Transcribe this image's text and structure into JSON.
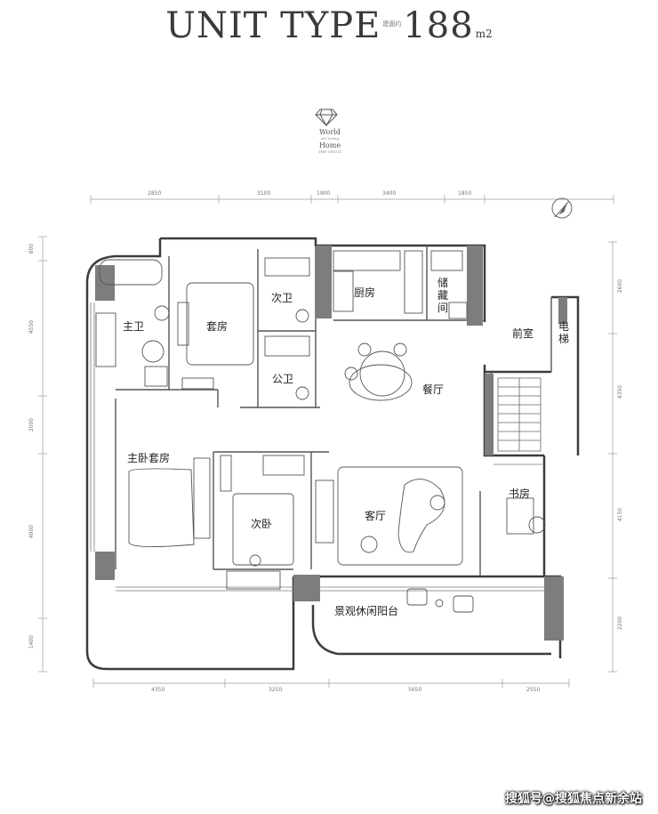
{
  "header": {
    "title_text": "UNIT TYPE",
    "title_tiny": "建面约",
    "title_number": "188",
    "title_unit": "m2"
  },
  "logo": {
    "line1": "World",
    "line1_small": "Art Living",
    "line2": "Home",
    "line2_small": "THE VENUS"
  },
  "dimensions": {
    "top": [
      "2850",
      "3100",
      "1900",
      "3400",
      "1850"
    ],
    "bottom": [
      "4350",
      "3250",
      "5650",
      "2550"
    ],
    "left": [
      "800",
      "4550",
      "2000",
      "4900",
      "1400"
    ],
    "right": [
      "2600",
      "4350",
      "4150",
      "2200"
    ]
  },
  "rooms": {
    "master_bath": "主卫",
    "suite_room": "套房",
    "second_bath": "次卫",
    "kitchen": "厨房",
    "storage": "储藏间",
    "lobby": "前室",
    "elevator": "电梯",
    "public_bath": "公卫",
    "dining": "餐厅",
    "master_suite": "主卧套房",
    "second_bedroom": "次卧",
    "living": "客厅",
    "study": "书房",
    "balcony": "景观休闲阳台"
  },
  "colors": {
    "wall": "#3c3c3c",
    "column": "#7d7d7d",
    "line": "#555555",
    "dim_line": "#9a9a9a"
  },
  "watermark": "搜狐号@搜狐焦点新余站"
}
